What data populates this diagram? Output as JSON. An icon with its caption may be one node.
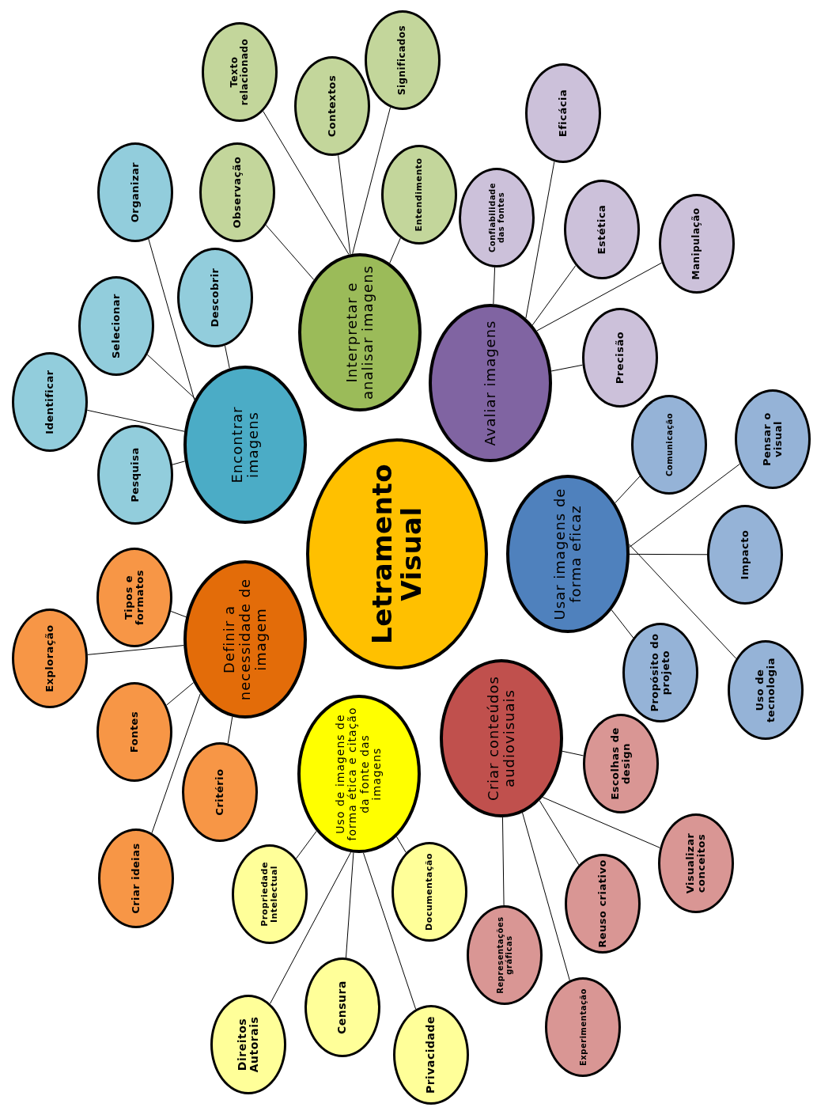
{
  "diagram": {
    "nodes": [
      {
        "text": [
          "Letramento Visual"
        ]
      },
      {
        "text": [
          "Encontrar imagens"
        ]
      },
      {
        "text": [
          "Pesquisa"
        ]
      },
      {
        "text": [
          "Identificar"
        ]
      },
      {
        "text": [
          "Selecionar"
        ]
      },
      {
        "text": [
          "Descobrir"
        ]
      },
      {
        "text": [
          "Organizar"
        ]
      },
      {
        "text": [
          "Interpretar e analisar imagens"
        ]
      },
      {
        "text": [
          "Observação"
        ]
      },
      {
        "text": [
          "Texto relacionado"
        ]
      },
      {
        "text": [
          "Contextos"
        ]
      },
      {
        "text": [
          "Significados"
        ]
      },
      {
        "text": [
          "Entendimento"
        ]
      },
      {
        "text": [
          "Avaliar imagens"
        ]
      },
      {
        "text": [
          "Confiabilidade das fontes"
        ]
      },
      {
        "text": [
          "Eficácia"
        ]
      },
      {
        "text": [
          "Estética"
        ]
      },
      {
        "text": [
          "Manipulação"
        ]
      },
      {
        "text": [
          "Precisão"
        ]
      },
      {
        "text": [
          "Usar imagens de forma eficaz"
        ]
      },
      {
        "text": [
          "Comunicação"
        ]
      },
      {
        "text": [
          "Pensar o visual"
        ]
      },
      {
        "text": [
          "Impacto"
        ]
      },
      {
        "text": [
          "Propósito do projeto"
        ]
      },
      {
        "text": [
          "Uso de tecnologia"
        ]
      },
      {
        "text": [
          "Criar conteúdos audiovisuais"
        ]
      },
      {
        "text": [
          "Escolhas de design"
        ]
      },
      {
        "text": [
          "Visualizar conceitos"
        ]
      },
      {
        "text": [
          "Reuso criativo"
        ]
      },
      {
        "text": [
          "Experimentação"
        ]
      },
      {
        "text": [
          "Representações gráficas"
        ]
      },
      {
        "text": [
          "Uso de imagens de forma ética e citação da fonte das imagens"
        ]
      },
      {
        "text": [
          "Propriedade Intelectual"
        ]
      },
      {
        "text": [
          "Documentação"
        ]
      },
      {
        "text": [
          "Censura"
        ]
      },
      {
        "text": [
          "Direitos Autorais"
        ]
      },
      {
        "text": [
          "Privacidade"
        ]
      },
      {
        "text": [
          "Definir a necessidade de imagem"
        ]
      },
      {
        "text": [
          "Tipos e formatos"
        ]
      },
      {
        "text": [
          "Exploração"
        ]
      },
      {
        "text": [
          "Fontes"
        ]
      },
      {
        "text": [
          "Critério"
        ]
      },
      {
        "text": [
          "Criar ideias"
        ]
      }
    ],
    "edges": [
      {
        "from": 1,
        "to": 2,
        "arrow": "none"
      },
      {
        "from": 1,
        "to": 3,
        "arrow": "none"
      },
      {
        "from": 1,
        "to": 4,
        "arrow": "none"
      },
      {
        "from": 1,
        "to": 5,
        "arrow": "none"
      },
      {
        "from": 1,
        "to": 6,
        "arrow": "none"
      },
      {
        "from": 7,
        "to": 8,
        "arrow": "none"
      },
      {
        "from": 7,
        "to": 9,
        "arrow": "none"
      },
      {
        "from": 7,
        "to": 10,
        "arrow": "none"
      },
      {
        "from": 7,
        "to": 11,
        "arrow": "none"
      },
      {
        "from": 7,
        "to": 12,
        "arrow": "none"
      },
      {
        "from": 13,
        "to": 14,
        "arrow": "none"
      },
      {
        "from": 13,
        "to": 15,
        "arrow": "none"
      },
      {
        "from": 13,
        "to": 16,
        "arrow": "none"
      },
      {
        "from": 13,
        "to": 17,
        "arrow": "none"
      },
      {
        "from": 13,
        "to": 18,
        "arrow": "none"
      },
      {
        "from": 19,
        "to": 20,
        "arrow": "none"
      },
      {
        "from": 19,
        "to": 21,
        "arrow": "none"
      },
      {
        "from": 19,
        "to": 22,
        "arrow": "none"
      },
      {
        "from": 19,
        "to": 23,
        "arrow": "none"
      },
      {
        "from": 19,
        "to": 24,
        "arrow": "none"
      },
      {
        "from": 25,
        "to": 26,
        "arrow": "none"
      },
      {
        "from": 25,
        "to": 27,
        "arrow": "none"
      },
      {
        "from": 25,
        "to": 28,
        "arrow": "none"
      },
      {
        "from": 25,
        "to": 29,
        "arrow": "none"
      },
      {
        "from": 25,
        "to": 30,
        "arrow": "none"
      },
      {
        "from": 31,
        "to": 32,
        "arrow": "none"
      },
      {
        "from": 31,
        "to": 33,
        "arrow": "none"
      },
      {
        "from": 31,
        "to": 34,
        "arrow": "none"
      },
      {
        "from": 31,
        "to": 35,
        "arrow": "none"
      },
      {
        "from": 31,
        "to": 36,
        "arrow": "none"
      },
      {
        "from": 37,
        "to": 38,
        "arrow": "none"
      },
      {
        "from": 37,
        "to": 39,
        "arrow": "none"
      },
      {
        "from": 37,
        "to": 40,
        "arrow": "none"
      },
      {
        "from": 37,
        "to": 41,
        "arrow": "none"
      },
      {
        "from": 37,
        "to": 42,
        "arrow": "none"
      }
    ]
  }
}
